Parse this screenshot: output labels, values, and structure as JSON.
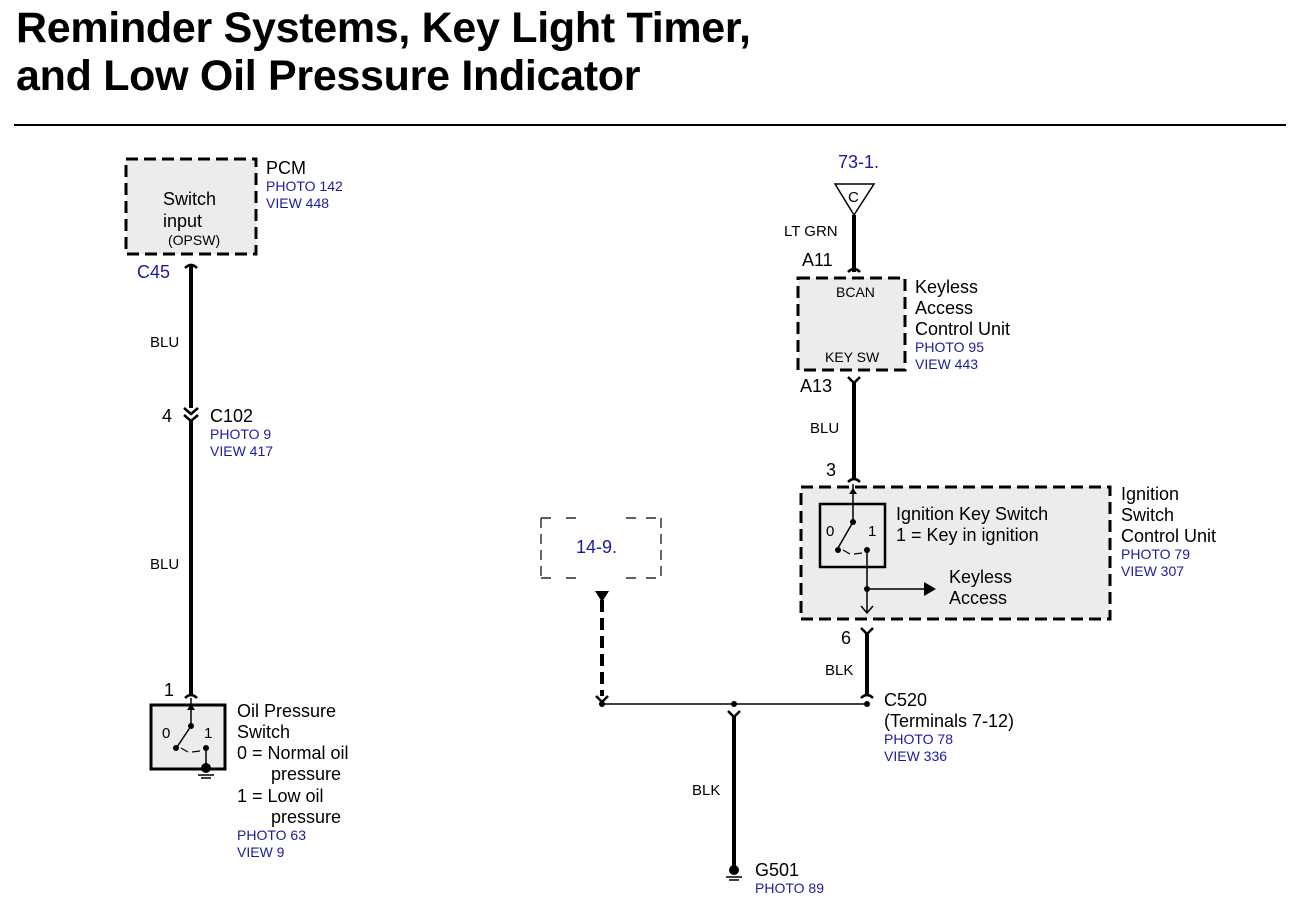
{
  "title": {
    "line1": "Reminder Systems, Key Light Timer,",
    "line2": "and Low Oil Pressure Indicator"
  },
  "pcm": {
    "name": "PCM",
    "photo": "PHOTO 142",
    "view": "VIEW 448",
    "inner_line1": "Switch",
    "inner_line2": "input",
    "inner_line3": "(OPSW)",
    "connector": "C45"
  },
  "wire_pcm_upper": {
    "color_label": "BLU"
  },
  "c102": {
    "pin": "4",
    "name": "C102",
    "photo": "PHOTO 9",
    "view": "VIEW 417"
  },
  "wire_pcm_lower": {
    "color_label": "BLU"
  },
  "oil_switch": {
    "pin": "1",
    "name_line1": "Oil Pressure",
    "name_line2": "Switch",
    "state0_line1": "0 = Normal oil",
    "state0_line2": "pressure",
    "state1_line1": "1 = Low oil",
    "state1_line2": "pressure",
    "photo": "PHOTO 63",
    "view": "VIEW 9",
    "pos0": "0",
    "pos1": "1"
  },
  "ref_73": {
    "label": "73-1.",
    "letter": "C"
  },
  "wire_ltgrn": {
    "color_label": "LT GRN"
  },
  "keyless_unit": {
    "pin_top": "A11",
    "pin_bottom": "A13",
    "inner_top": "BCAN",
    "inner_bottom": "KEY SW",
    "name_line1": "Keyless",
    "name_line2": "Access",
    "name_line3": "Control Unit",
    "photo": "PHOTO 95",
    "view": "VIEW 443"
  },
  "wire_blu_right": {
    "color_label": "BLU"
  },
  "ignition_unit": {
    "pin_top": "3",
    "pin_bottom": "6",
    "switch_line1": "Ignition Key Switch",
    "switch_line2": "1 = Key in ignition",
    "pos0": "0",
    "pos1": "1",
    "keyless_line1": "Keyless",
    "keyless_line2": "Access",
    "name_line1": "Ignition",
    "name_line2": "Switch",
    "name_line3": "Control Unit",
    "photo": "PHOTO 79",
    "view": "VIEW 307"
  },
  "ref_14": {
    "label": "14-9."
  },
  "wire_blk_right": {
    "color_label": "BLK"
  },
  "c520": {
    "name": "C520",
    "terminals": "(Terminals 7-12)",
    "photo": "PHOTO 78",
    "view": "VIEW 336"
  },
  "wire_blk_ground": {
    "color_label": "BLK"
  },
  "g501": {
    "name": "G501",
    "photo": "PHOTO 89"
  }
}
